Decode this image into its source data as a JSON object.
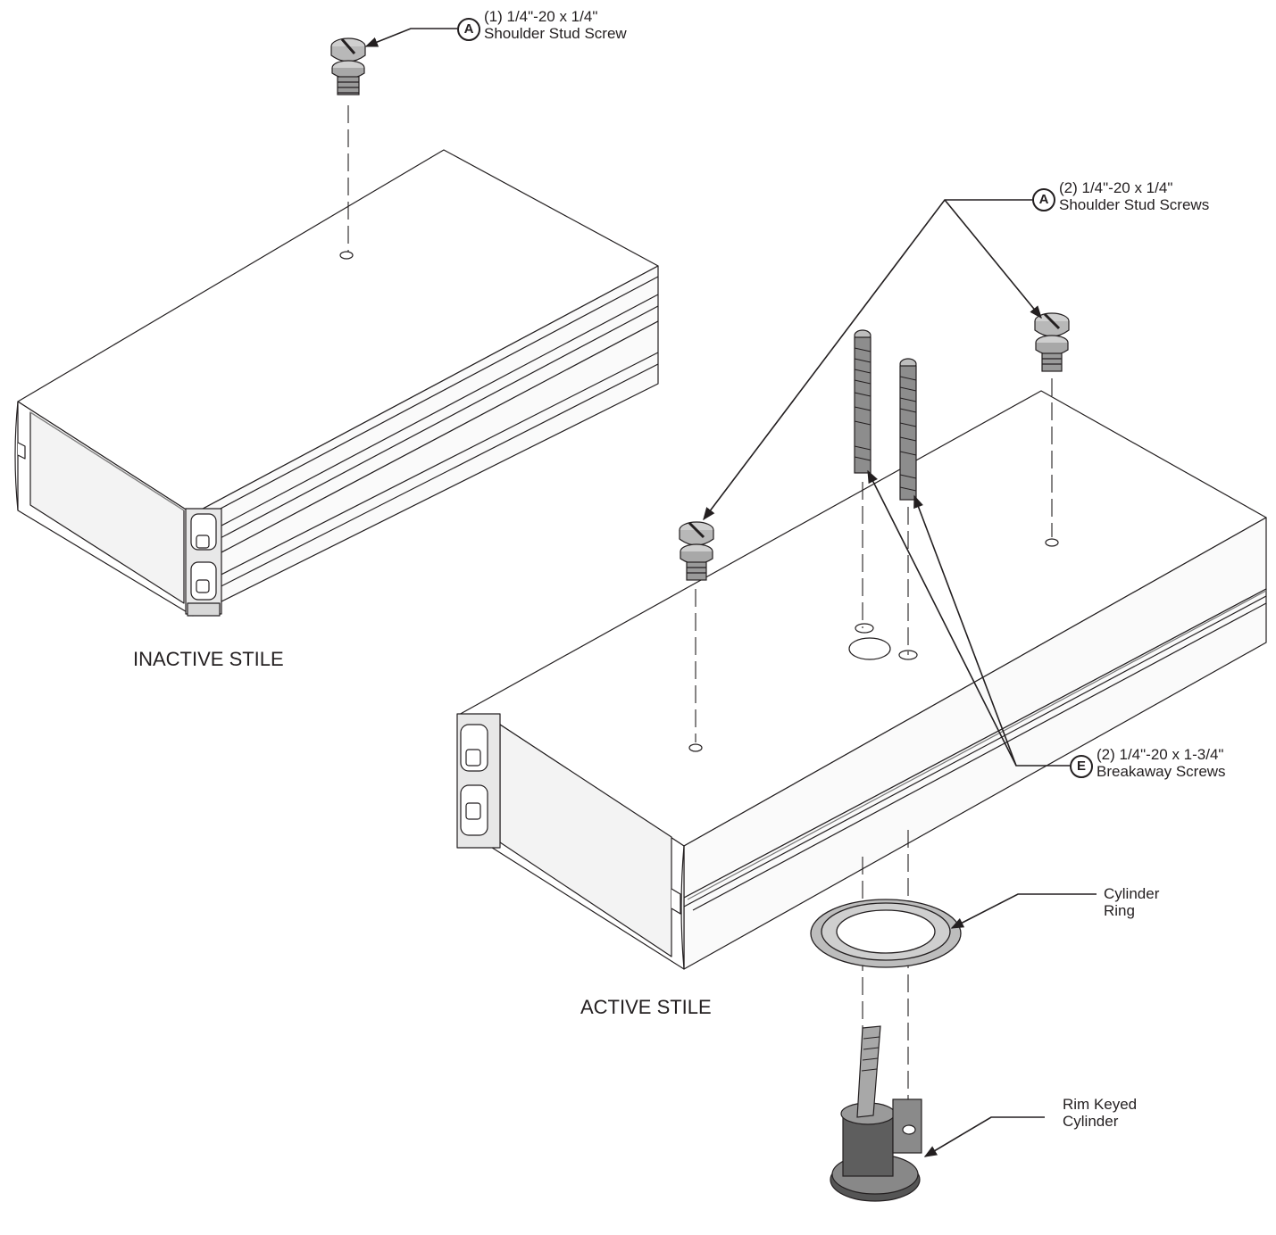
{
  "titles": {
    "inactive": "INACTIVE STILE",
    "active": "ACTIVE STILE"
  },
  "callouts": {
    "a1": {
      "letter": "A",
      "line1": "(1) 1/4\"-20 x 1/4\"",
      "line2": "Shoulder Stud Screw"
    },
    "a2": {
      "letter": "A",
      "line1": "(2) 1/4\"-20 x 1/4\"",
      "line2": "Shoulder Stud Screws"
    },
    "e": {
      "letter": "E",
      "line1": "(2) 1/4\"-20 x 1-3/4\"",
      "line2": "Breakaway Screws"
    },
    "ring": {
      "line1": "Cylinder",
      "line2": "Ring"
    },
    "cyl": {
      "line1": "Rim Keyed",
      "line2": "Cylinder"
    }
  },
  "colors": {
    "ink": "#231f20",
    "metal": "#bdbdbd",
    "dark_metal": "#6d6d6d",
    "face": "#ffffff"
  }
}
